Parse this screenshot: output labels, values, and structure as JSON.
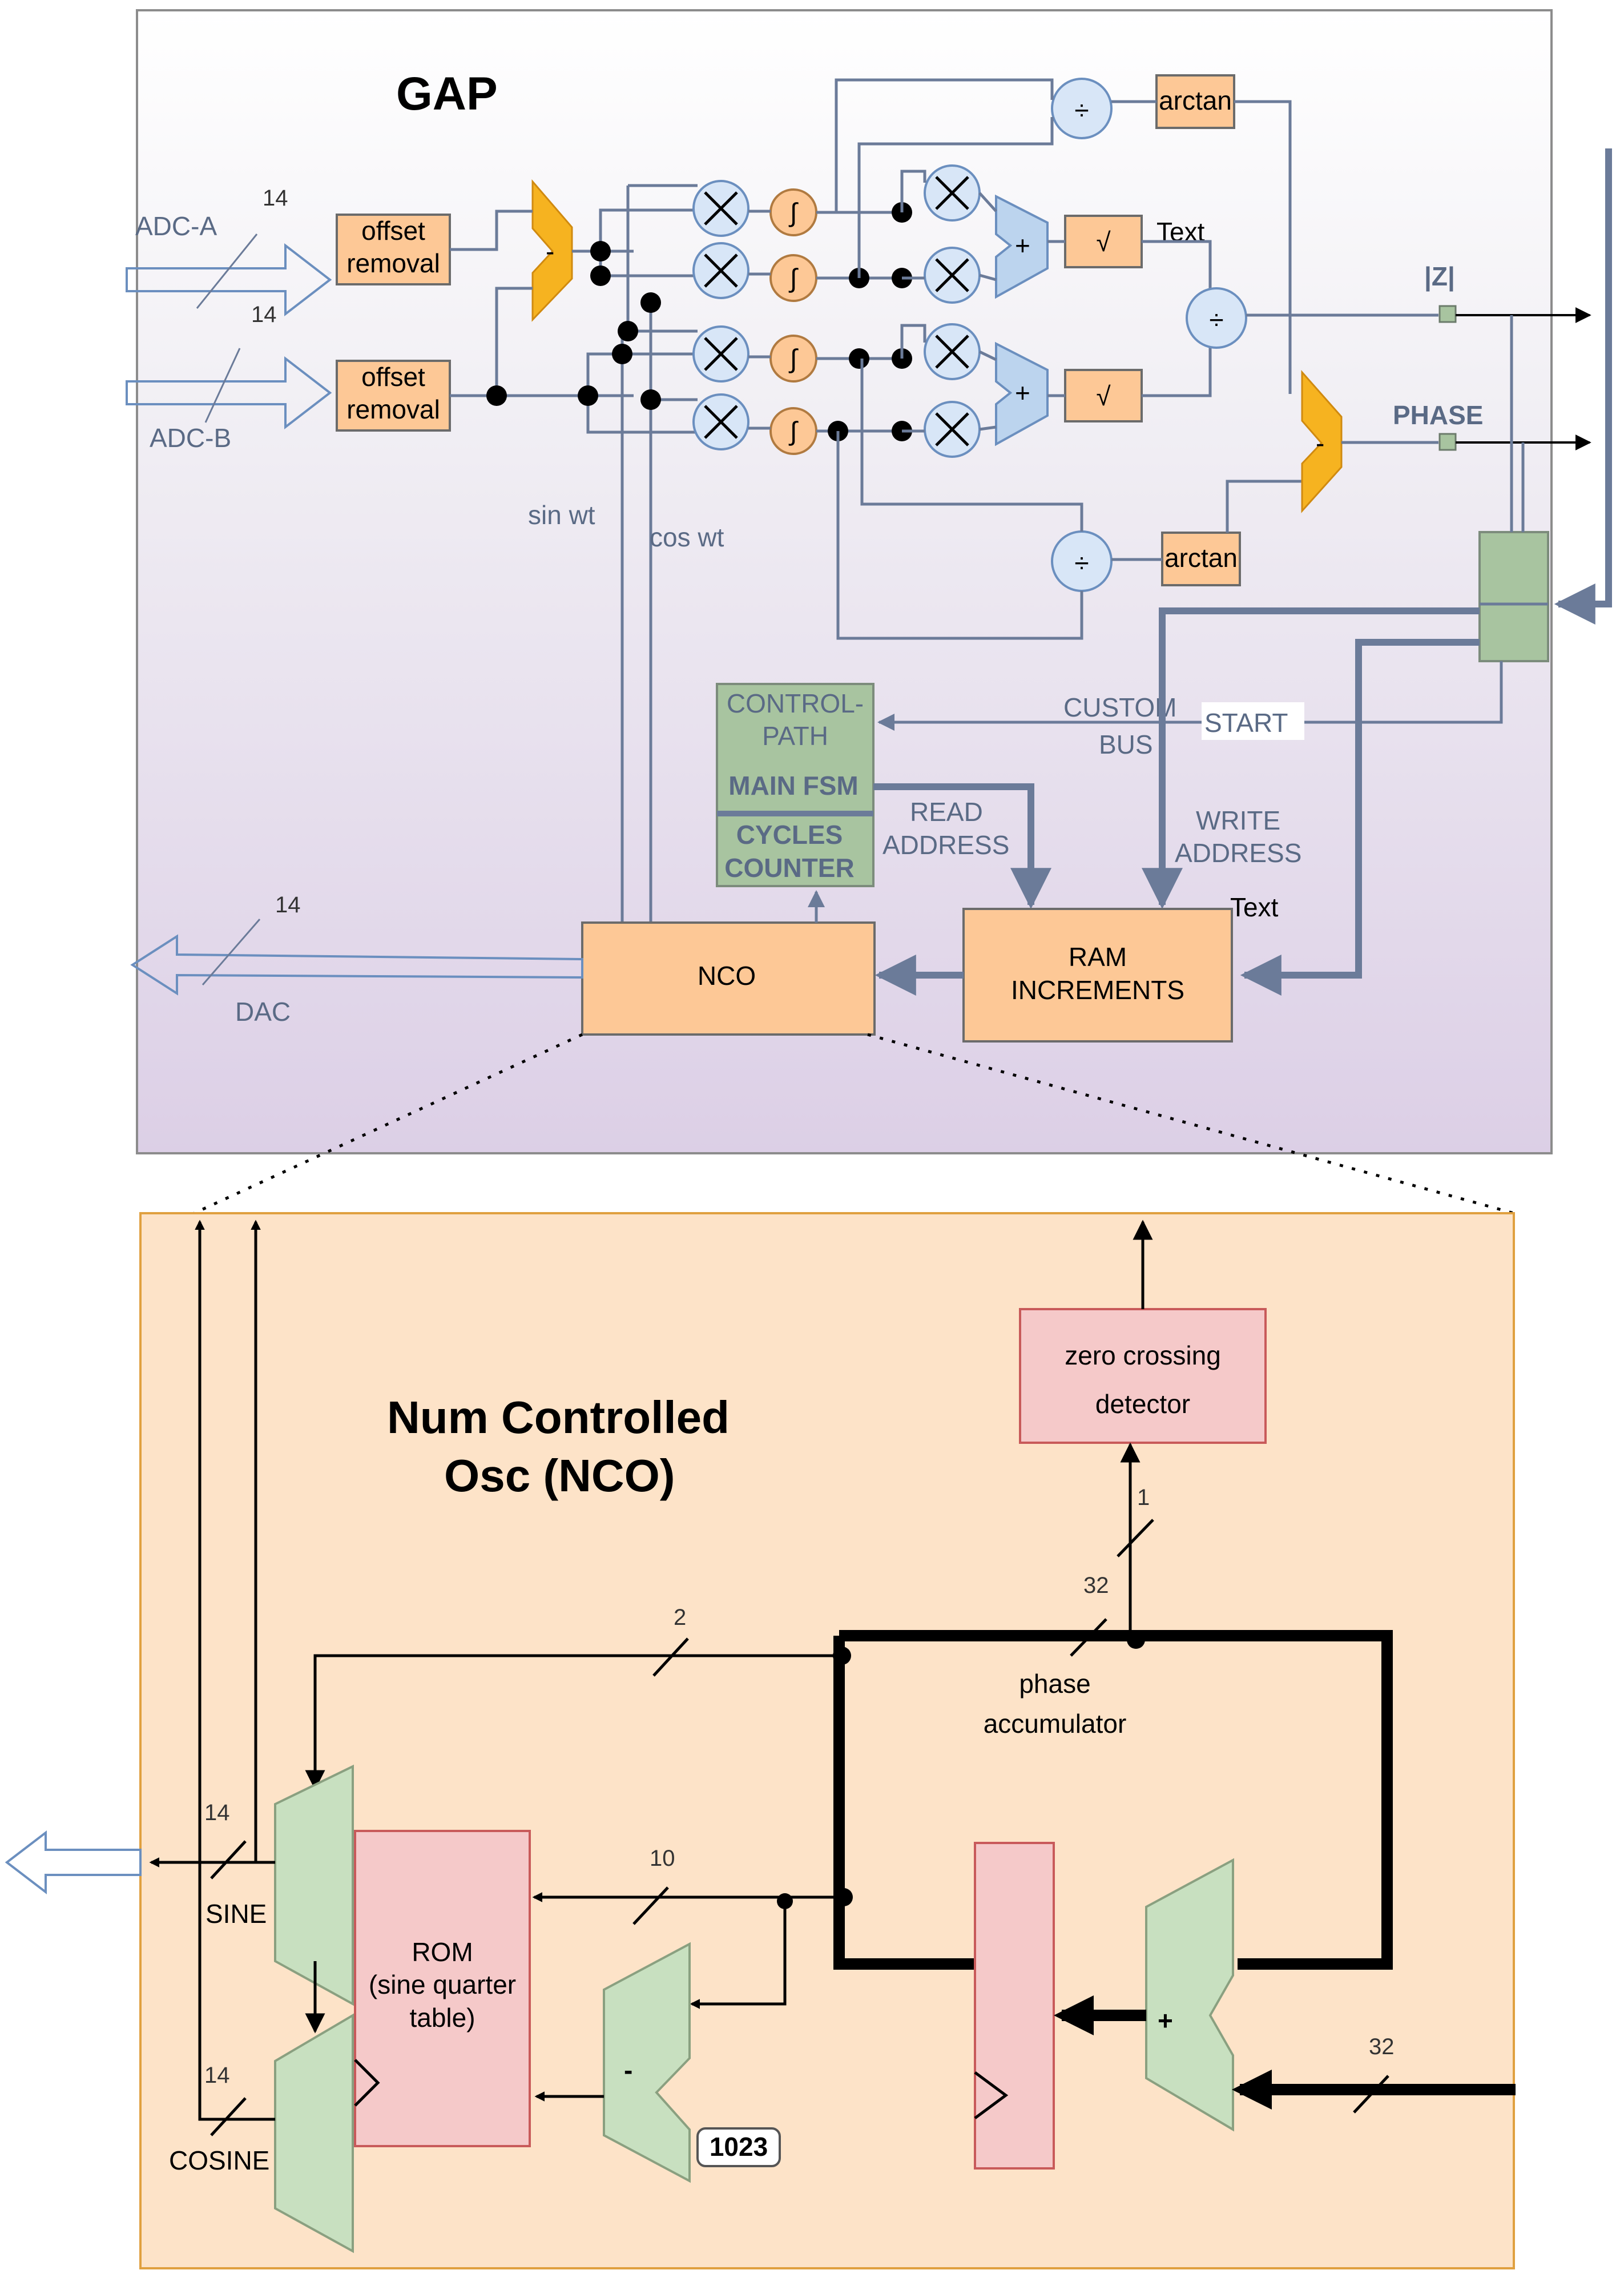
{
  "gap": {
    "title": "GAP",
    "adc_a": "ADC-A",
    "adc_b": "ADC-B",
    "width_a": "14",
    "width_b": "14",
    "offset_1": [
      "offset",
      "removal"
    ],
    "offset_2": [
      "offset",
      "removal"
    ],
    "sub_sign": "-",
    "sin_wt": "sin wt",
    "cos_wt": "cos wt",
    "integrator": "∫",
    "plus": "+",
    "sqrt": "√",
    "divide": "÷",
    "arctan_1": "arctan",
    "arctan_2": "arctan",
    "text_1": "Text",
    "text_2": "Text",
    "mag": "|Z|",
    "phase": "PHASE",
    "controlpath": [
      "CONTROL-",
      "PATH"
    ],
    "main_fsm": "MAIN FSM",
    "cycles_counter": [
      "CYCLES",
      "COUNTER"
    ],
    "custom_bus": [
      "CUSTOM",
      "BUS"
    ],
    "start": "START",
    "read_address": [
      "READ",
      "ADDRESS"
    ],
    "write_address": [
      "WRITE",
      "ADDRESS"
    ],
    "ram": [
      "RAM",
      "INCREMENTS"
    ],
    "nco": "NCO",
    "dac": "DAC",
    "dac_width": "14"
  },
  "nco": {
    "title": [
      "Num Controlled",
      "Osc (NCO)"
    ],
    "zero_crossing": [
      "zero crossing",
      "detector"
    ],
    "w1": "1",
    "w32_top": "32",
    "w2": "2",
    "w10": "10",
    "w32_in": "32",
    "w14_sine": "14",
    "w14_cos": "14",
    "phase_acc": [
      "phase",
      "accumulator"
    ],
    "rom": [
      "ROM",
      "(sine quarter",
      "table)"
    ],
    "sine": "SINE",
    "cosine": "COSINE",
    "const_1023": "1023",
    "minus": "-",
    "plus": "+"
  }
}
